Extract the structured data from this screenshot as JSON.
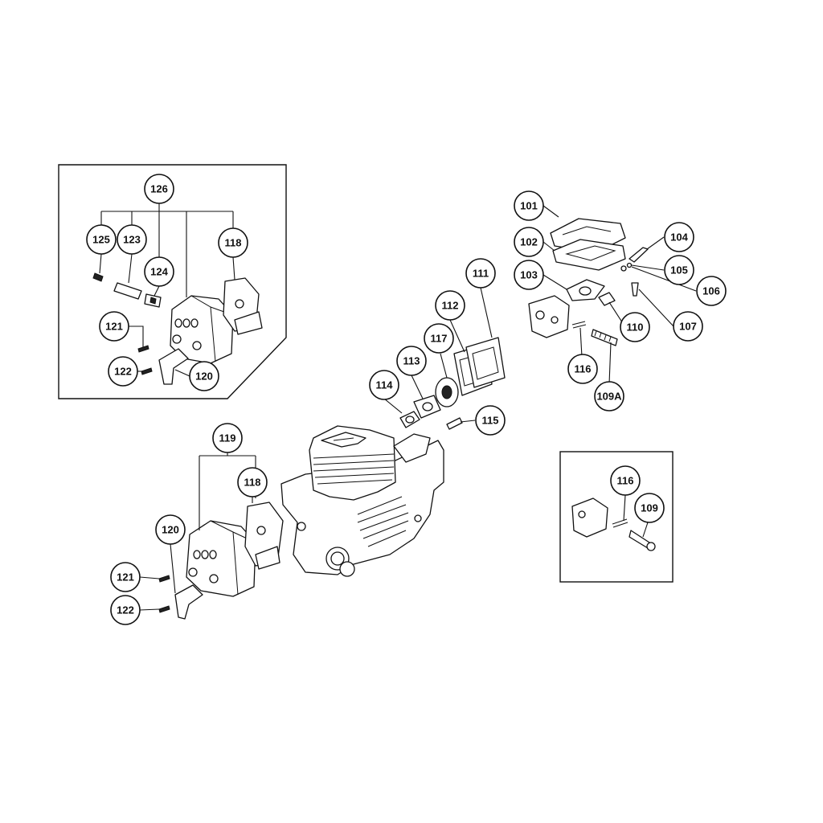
{
  "colors": {
    "ink": "#111111",
    "paper": "#ffffff"
  },
  "callouts": {
    "c101": "101",
    "c102": "102",
    "c103": "103",
    "c104": "104",
    "c105": "105",
    "c106": "106",
    "c107": "107",
    "c110": "110",
    "c116a": "116",
    "c109A": "109A",
    "c111": "111",
    "c112": "112",
    "c113": "113",
    "c114": "114",
    "c115": "115",
    "c117": "117",
    "c118b": "118",
    "c119": "119",
    "c120b": "120",
    "c121b": "121",
    "c122b": "122",
    "c126": "126",
    "c125": "125",
    "c123": "123",
    "c124": "124",
    "c118a": "118",
    "c121a": "121",
    "c122a": "122",
    "c120a": "120",
    "c116b": "116",
    "c109": "109"
  }
}
